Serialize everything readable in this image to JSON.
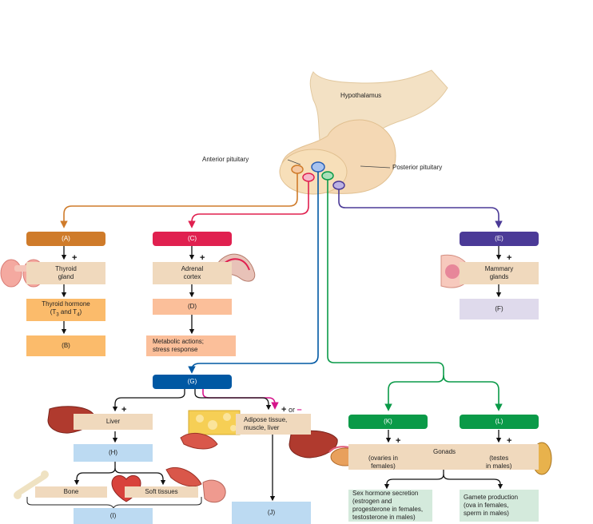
{
  "labels": {
    "hypothalamus": "Hypothalamus",
    "anterior_pituitary": "Anterior pituitary",
    "posterior_pituitary": "Posterior pituitary"
  },
  "hormones": {
    "A": "(A)",
    "B": "(B)",
    "C": "(C)",
    "D": "(D)",
    "E": "(E)",
    "F": "(F)",
    "G": "(G)",
    "H": "(H)",
    "I": "(I)",
    "J": "(J)",
    "K": "(K)",
    "L": "(L)"
  },
  "tissues": {
    "thyroid_line1": "Thyroid",
    "thyroid_line2": "gland",
    "thyroid_hormone_line1": "Thyroid hormone",
    "t3t4_a": "(T",
    "t3t4_sub1": "3",
    "t3t4_b": " and T",
    "t3t4_sub2": "4",
    "t3t4_c": ")",
    "adrenal_line1": "Adrenal",
    "adrenal_line2": "cortex",
    "metabolic_line1": "Metabolic actions;",
    "metabolic_line2": "stress response",
    "mammary_line1": "Mammary",
    "mammary_line2": "glands",
    "liver": "Liver",
    "adipose_line1": "Adipose tissue,",
    "adipose_line2": "muscle, liver",
    "bone": "Bone",
    "soft_tissues": "Soft tissues",
    "gonads": "Gonads",
    "ovaries_line1": "(ovaries in",
    "ovaries_line2": "females)",
    "testes_line1": "(testes",
    "testes_line2": "in males)",
    "sex_hormone_line1": "Sex hormone secretion",
    "sex_hormone_line2": "(estrogen and",
    "sex_hormone_line3": "progesterone in females,",
    "sex_hormone_line4": "testosterone in males)",
    "gamete_line1": "Gamete production",
    "gamete_line2": "(ova in females,",
    "gamete_line3": "sperm in males)"
  },
  "signs": {
    "plus": "+",
    "or": "or",
    "minus": "–"
  },
  "colors": {
    "A": "#cf7b2a",
    "C": "#e0204f",
    "E": "#4b3a97",
    "G": "#0058a3",
    "K": "#0a9a48",
    "L": "#0a9a48",
    "magenta": "#d6158b",
    "tan": "#f0d9bd",
    "orange_light": "#fbbb6b",
    "peach": "#fbbf9a",
    "lavender": "#dfdaec",
    "blue_light": "#bcdaf2",
    "green_light": "#d4eadc"
  }
}
